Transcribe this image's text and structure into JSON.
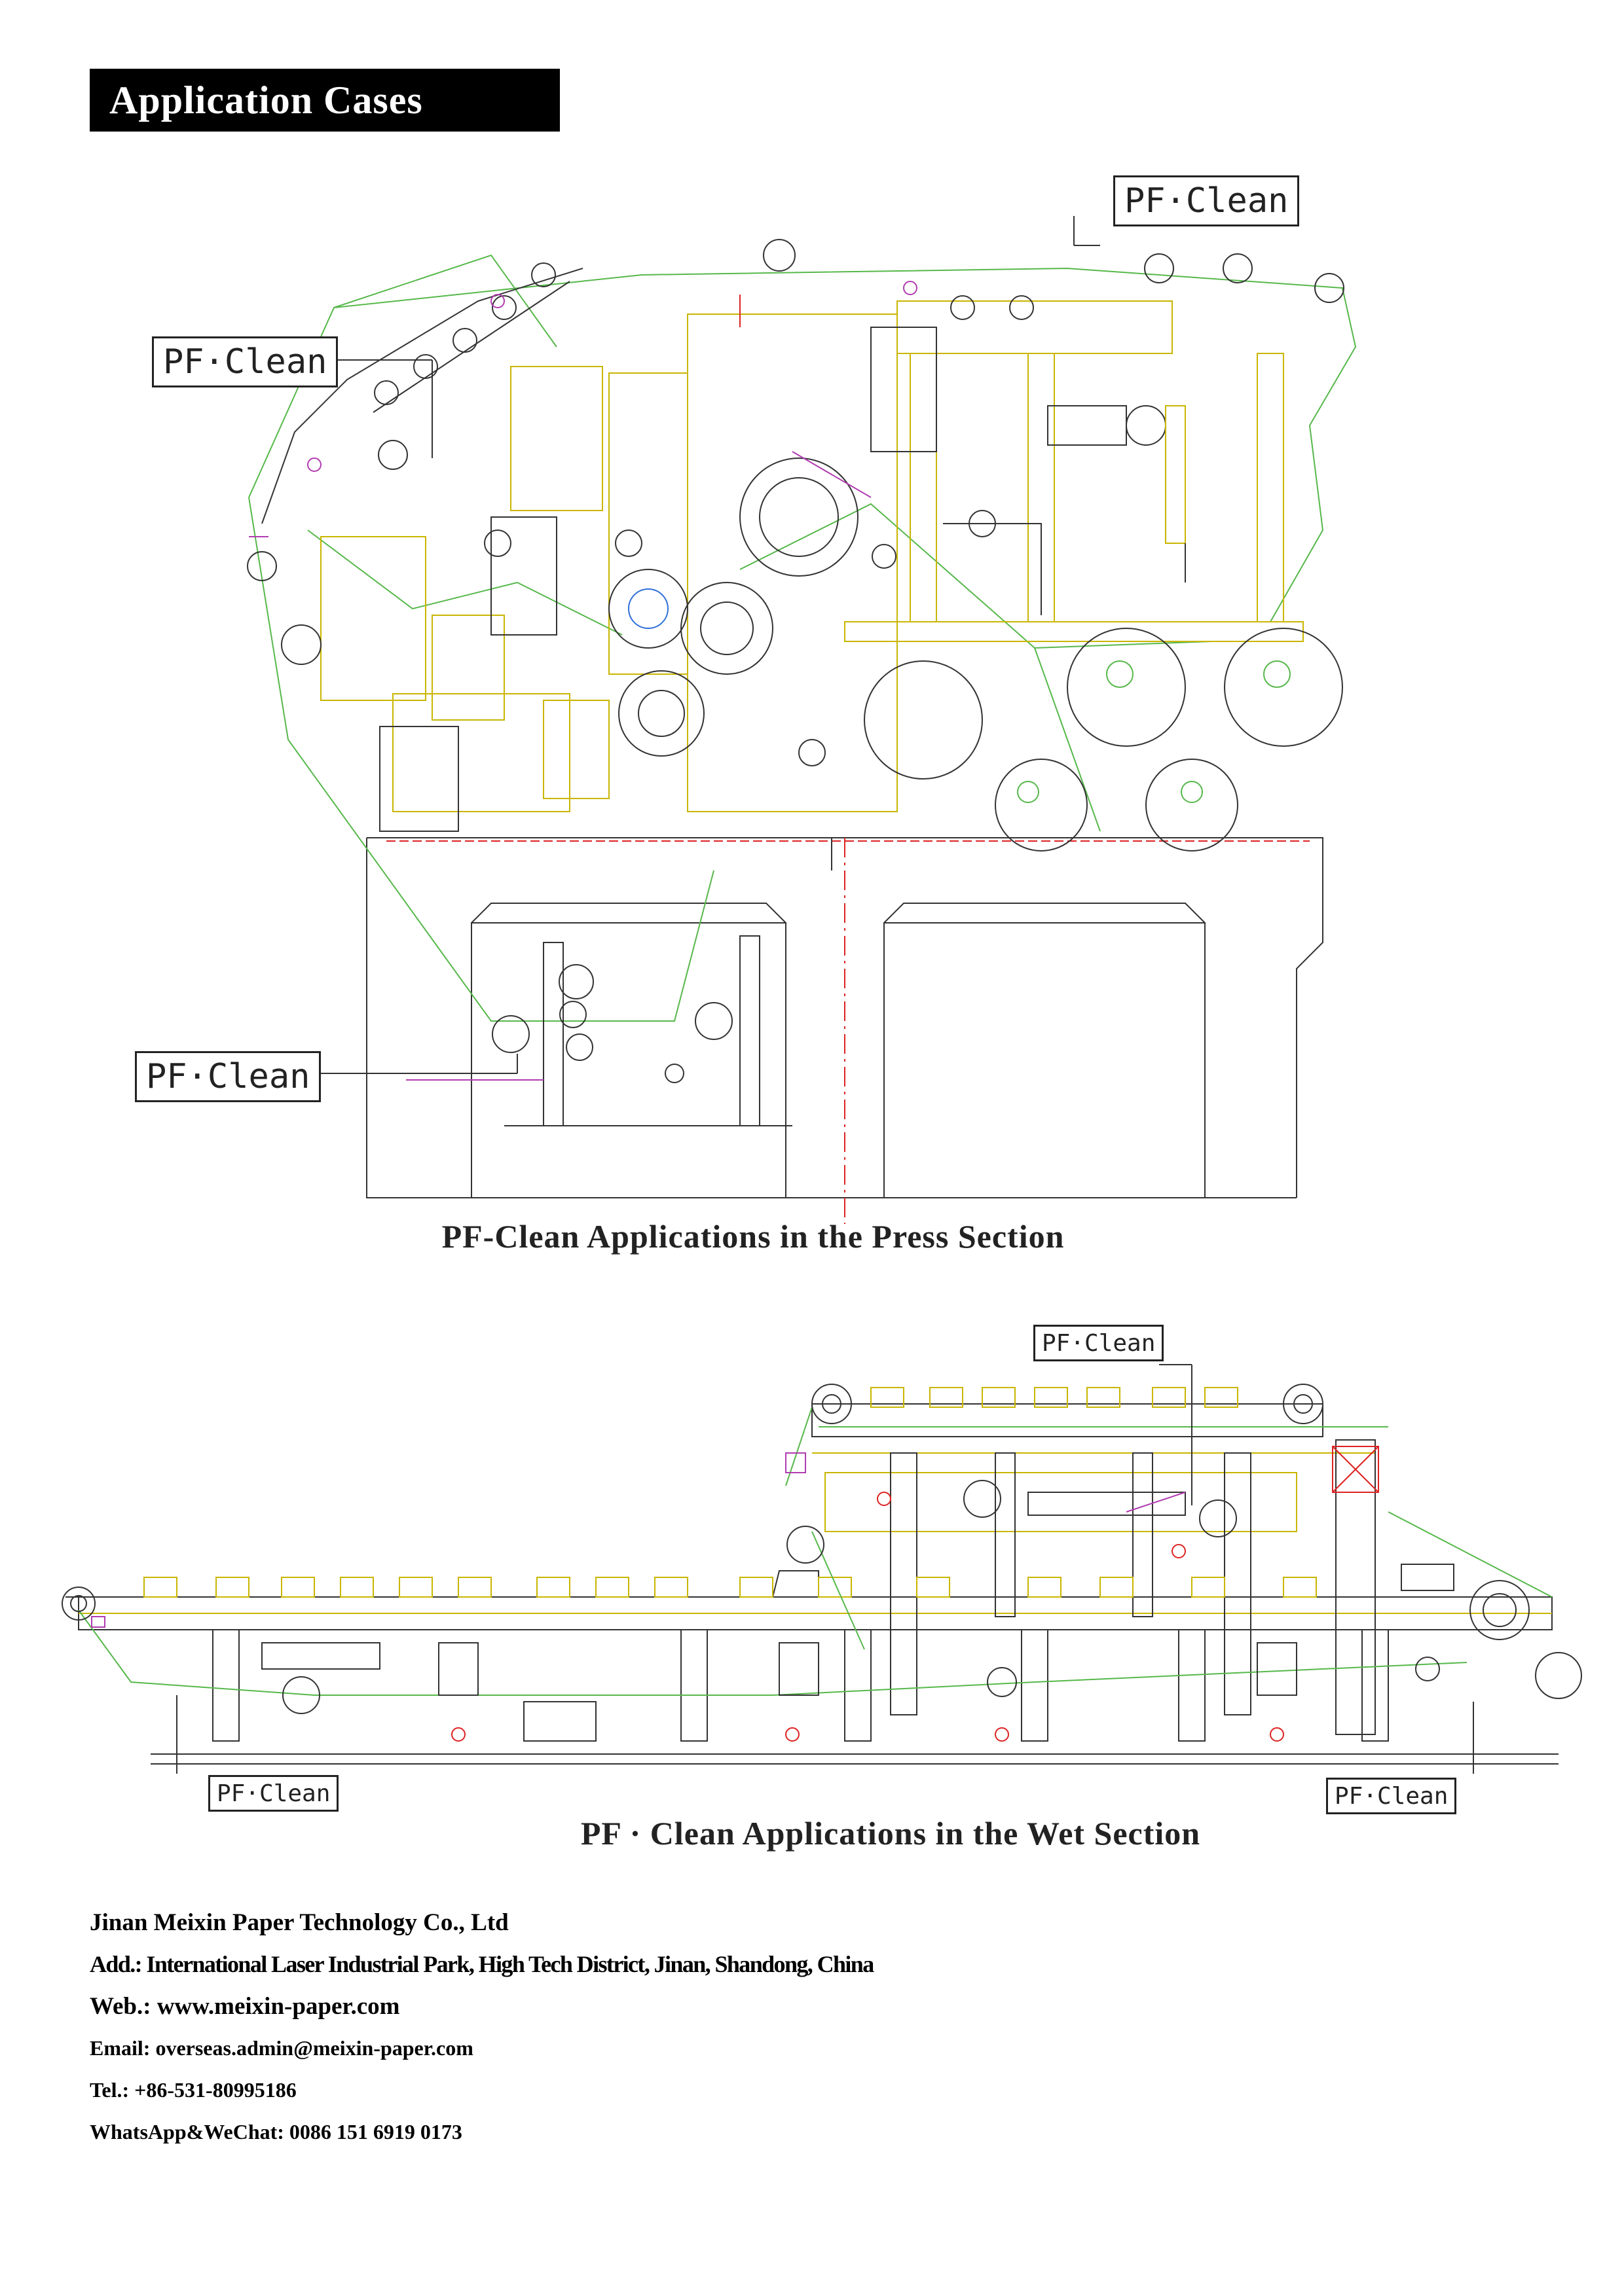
{
  "header": {
    "title": "Application Cases"
  },
  "press_section": {
    "callouts": [
      "PF·Clean",
      "PF·Clean",
      "PF·Clean"
    ],
    "caption": "PF-Clean Applications in the Press Section"
  },
  "wet_section": {
    "callouts": [
      "PF·Clean",
      "PF·Clean",
      "PF·Clean"
    ],
    "caption": "PF · Clean Applications in the Wet Section"
  },
  "contact": {
    "company": "Jinan Meixin Paper Technology Co., Ltd",
    "address": "Add.:  International Laser Industrial Park, High Tech District, Jinan, Shandong, China",
    "web": "Web.: www.meixin-paper.com",
    "email": "Email: overseas.admin@meixin-paper.com",
    "tel": "Tel.: +86-531-80995186",
    "whatsapp": "WhatsApp&WeChat: 0086 151 6919 0173"
  },
  "colors": {
    "header_bg": "#000000",
    "line_dark": "#333333",
    "line_yellow": "#c9b600",
    "line_green": "#56b84a",
    "line_red": "#d22222",
    "line_magenta": "#b03cb0",
    "line_blue": "#2f6fd8"
  }
}
